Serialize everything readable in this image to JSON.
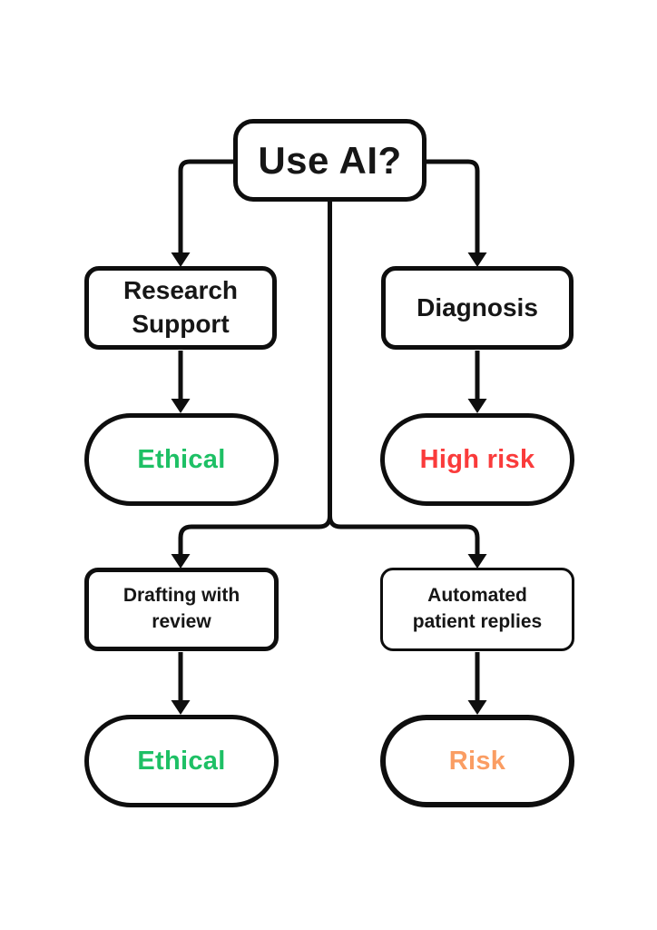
{
  "page": {
    "background_color": "#ffffff",
    "line_color": "#0e0e0e",
    "text_color": "#161616"
  },
  "nodes": {
    "root": {
      "label": "Use AI?",
      "color": "#161616"
    },
    "research": {
      "label": "Research Support",
      "color": "#161616"
    },
    "diagnosis": {
      "label": "Diagnosis",
      "color": "#161616"
    },
    "research_outcome": {
      "label": "Ethical",
      "color": "#1ec065"
    },
    "diagnosis_outcome": {
      "label": "High risk",
      "color": "#fa3b3b"
    },
    "drafting": {
      "label": "Drafting with review",
      "color": "#161616"
    },
    "automated": {
      "label": "Automated patient replies",
      "color": "#161616"
    },
    "drafting_outcome": {
      "label": "Ethical",
      "color": "#1ec065"
    },
    "automated_outcome": {
      "label": "Risk",
      "color": "#fa9d63"
    }
  },
  "edges": [
    {
      "from": "root",
      "to": "research"
    },
    {
      "from": "root",
      "to": "diagnosis"
    },
    {
      "from": "root",
      "to": "drafting"
    },
    {
      "from": "root",
      "to": "automated"
    },
    {
      "from": "research",
      "to": "research_outcome"
    },
    {
      "from": "diagnosis",
      "to": "diagnosis_outcome"
    },
    {
      "from": "drafting",
      "to": "drafting_outcome"
    },
    {
      "from": "automated",
      "to": "automated_outcome"
    }
  ]
}
